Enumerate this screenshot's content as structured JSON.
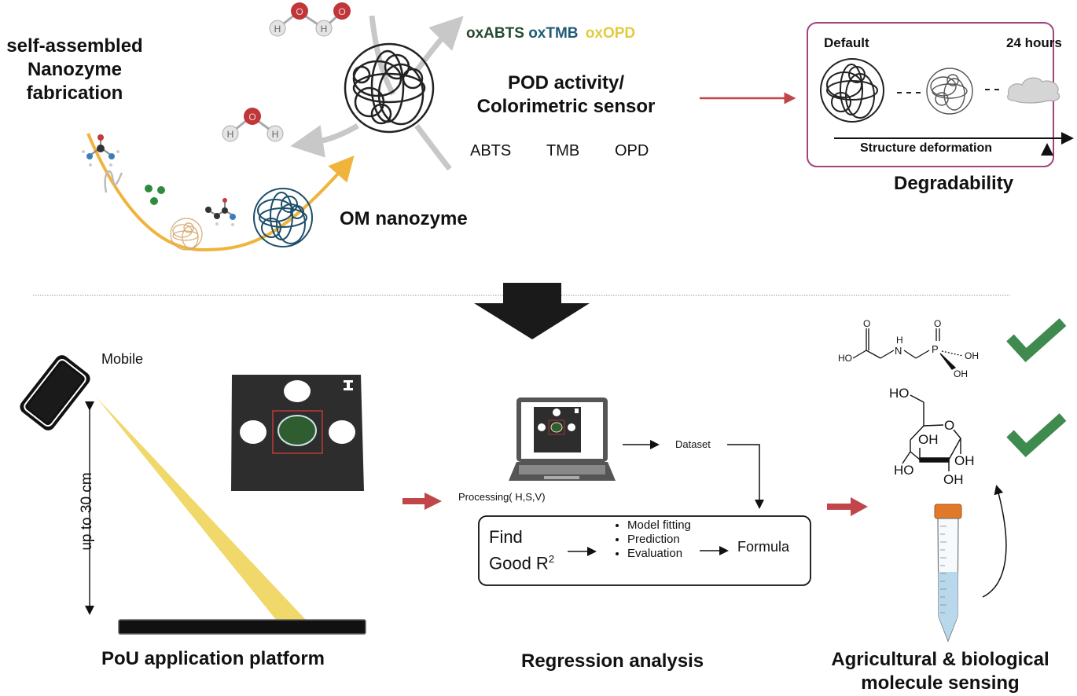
{
  "top": {
    "fabrication_title": [
      "self-assembled",
      "Nanozyme",
      "fabrication"
    ],
    "om_nanozyme_label": "OM nanozyme",
    "oxidized_products": [
      {
        "label": "oxABTS",
        "color": "#254a2e"
      },
      {
        "label": "oxTMB",
        "color": "#1f5a78"
      },
      {
        "label": "oxOPD",
        "color": "#e2cb3f"
      }
    ],
    "pod_title": [
      "POD activity/",
      "Colorimetric sensor"
    ],
    "substrates": [
      "ABTS",
      "TMB",
      "OPD"
    ],
    "molecule_atoms": {
      "oxygen": "O",
      "hydrogen": "H",
      "carbon": "C",
      "nitrogen": "N"
    },
    "degradability": {
      "start_label": "Default",
      "end_label": "24 hours",
      "axis_label": "Structure deformation",
      "title": "Degradability",
      "border_color": "#a0457e"
    }
  },
  "bottom": {
    "pou": {
      "mobile_label": "Mobile",
      "distance_label": "up to 30 cm",
      "title": "PoU application platform"
    },
    "regression": {
      "processing_label": "Processing( H,S,V)",
      "dataset_label": "Dataset",
      "find_label": [
        "Find",
        "Good R"
      ],
      "r_superscript": "2",
      "steps": [
        "Model fitting",
        "Prediction",
        "Evaluation"
      ],
      "formula_label": "Formula",
      "title": "Regression analysis"
    },
    "sensing": {
      "glyphosate_labels": {
        "left_oh": "HO",
        "carbonyl_o": "O",
        "nh": "H",
        "n": "N",
        "p": "P",
        "p_o": "O",
        "oh1": "OH",
        "oh2": "OH"
      },
      "glucose_labels": {
        "ch2oh": "HO",
        "ring_o": "O",
        "oh_top": "OH",
        "oh_left": "HO",
        "oh_right": "OH",
        "oh_bottom": "OH"
      },
      "checks": [
        "glyphosate-detected",
        "glucose-detected"
      ],
      "check_color": "#3f8a4e",
      "title": [
        "Agricultural & biological",
        "molecule sensing"
      ]
    }
  },
  "colors": {
    "flow_arrow_red": "#c0464a",
    "gold_arrow": "#f0b43c",
    "gray_arrow": "#c8c8c8",
    "sample_green": "#2f5d2f"
  }
}
